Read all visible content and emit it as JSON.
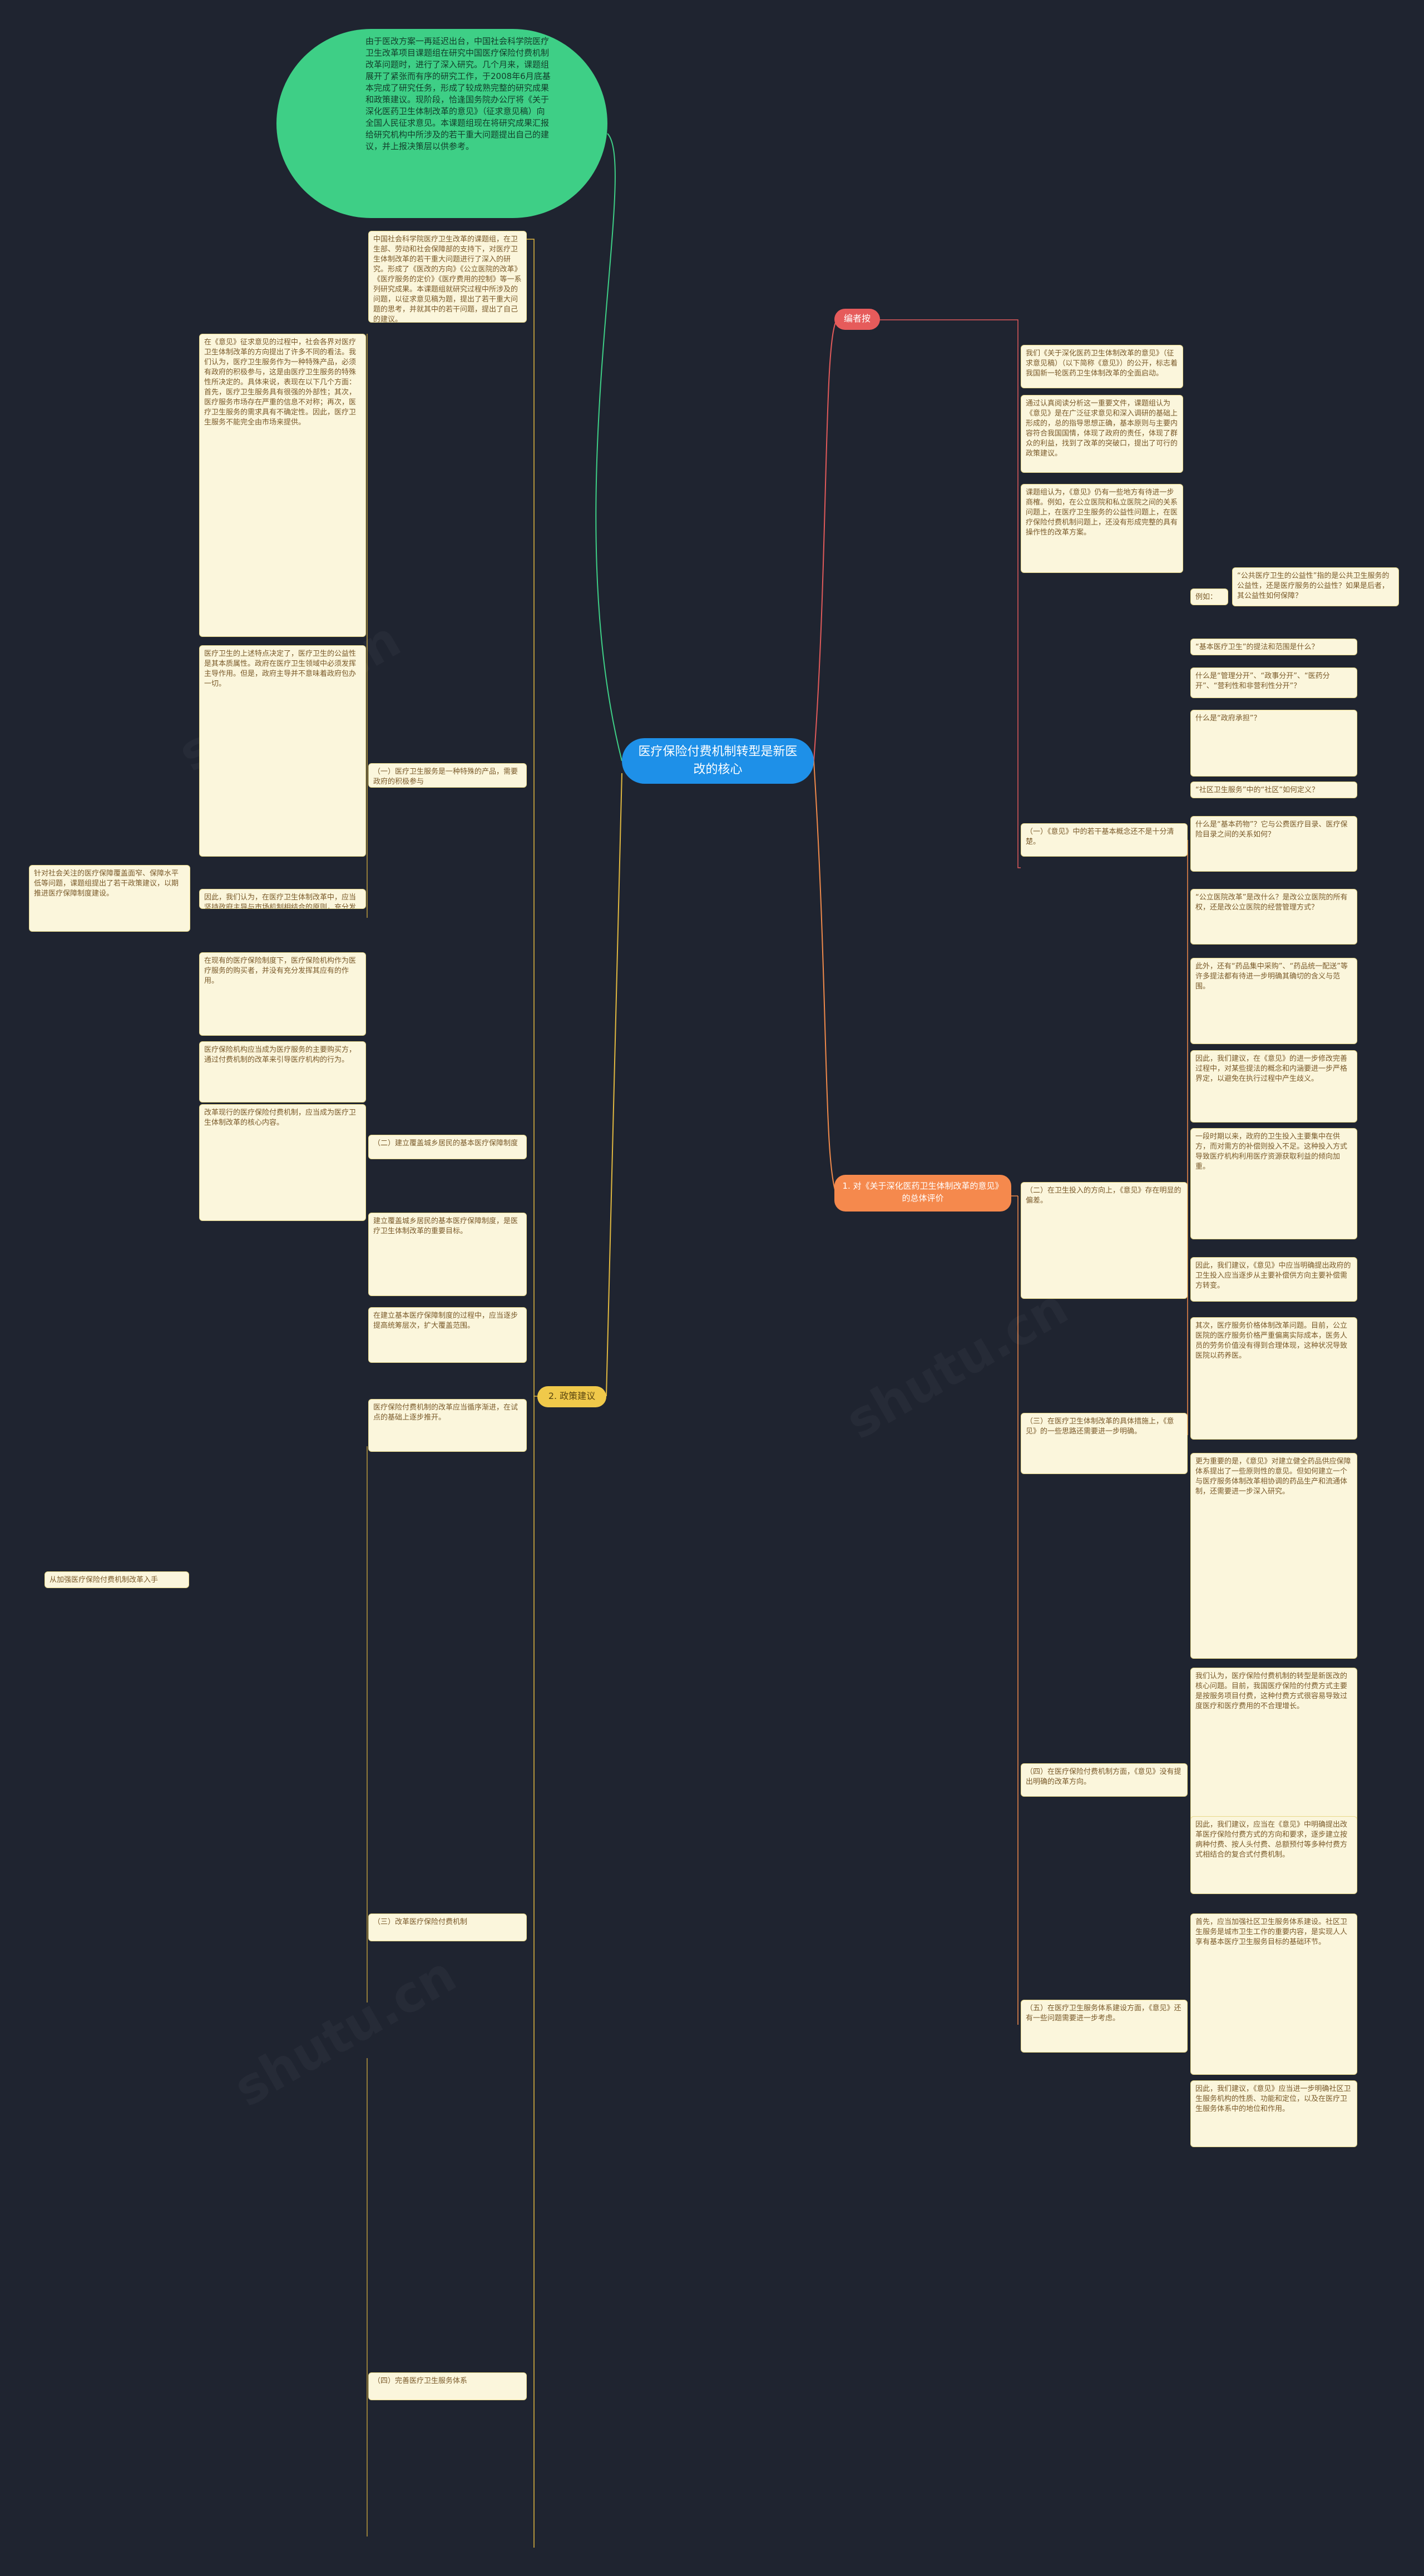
{
  "root": "医疗保险付费机制转型是新医改的核心",
  "top_note": "由于医改方案一再延迟出台，中国社会科学院医疗卫生改革项目课题组在研究中国医疗保险付费机制改革问题时，进行了深入研究。几个月来，课题组展开了紧张而有序的研究工作，于2008年6月底基本完成了研究任务，形成了较成熟完整的研究成果和政策建议。现阶段，恰逢国务院办公厅将《关于深化医药卫生体制改革的意见》（征求意见稿）向全国人民征求意见。本课题组现在将研究成果汇报给研究机构中所涉及的若干重大问题提出自己的建议，并上报决策层以供参考。",
  "branch_editor": "编者按",
  "branch_eval": "1. 对《关于深化医药卫生体制改革的意见》的总体评价",
  "branch_policy": "2. 政策建议",
  "intro_node": "中国社会科学院医疗卫生改革的课题组，在卫生部、劳动和社会保障部的支持下，对医疗卫生体制改革的若干重大问题进行了深入的研究。形成了《医改的方向》《公立医院的改革》《医疗服务的定价》《医疗费用的控制》等一系列研究成果。本课题组就研究过程中所涉及的问题，以征求意见稿为题，提出了若干重大问题的思考，并就其中的若干问题，提出了自己的建议。",
  "eval_nodes": [
    "我们《关于深化医药卫生体制改革的意见》（征求意见稿）（以下简称《意见》）的公开，标志着我国新一轮医药卫生体制改革的全面启动。",
    "通过认真阅读分析这一重要文件，课题组认为《意见》是在广泛征求意见和深入调研的基础上形成的，总的指导思想正确，基本原则与主要内容符合我国国情，体现了政府的责任，体现了群众的利益，找到了改革的突破口，提出了可行的政策建议。",
    "课题组认为，《意见》仍有一些地方有待进一步商榷。例如，在公立医院和私立医院之间的关系问题上，在医疗卫生服务的公益性问题上，在医疗保险付费机制问题上，还没有形成完整的具有操作性的改革方案。"
  ],
  "sub_one": "（一）《意见》中的若干基本概念还不是十分清楚。",
  "sub_one_items": [
    "例如：",
    "“公共医疗卫生的公益性”指的是公共卫生服务的公益性，还是医疗服务的公益性？如果是后者，其公益性如何保障？",
    "“基本医疗卫生”的提法和范围是什么？",
    "什么是“管理分开”、“政事分开”、“医药分开”、“营利性和非营利性分开”？",
    "什么是“政府承担”？",
    "“社区卫生服务”中的“社区”如何定义？",
    "什么是“基本药物”？它与公费医疗目录、医疗保险目录之间的关系如何？",
    "“公立医院改革”是改什么？是改公立医院的所有权，还是改公立医院的经营管理方式？",
    "此外，还有“药品集中采购”、“药品统一配送”等许多提法都有待进一步明确其确切的含义与范围。",
    "因此，我们建议，在《意见》的进一步修改完善过程中，对某些提法的概念和内涵要进一步严格界定，以避免在执行过程中产生歧义。"
  ],
  "sub_two": "（二）在卫生投入的方向上，《意见》存在明显的偏差。",
  "sub_two_items": [
    "一段时期以来，政府的卫生投入主要集中在供方，而对需方的补偿则投入不足。这种投入方式导致医疗机构利用医疗资源获取利益的倾向加重。",
    "因此，我们建议，《意见》中应当明确提出政府的卫生投入应当逐步从主要补偿供方向主要补偿需方转变。"
  ],
  "sub_three": "（三）在医疗卫生体制改革的具体措施上，《意见》的一些思路还需要进一步明确。",
  "sub_three_items": [
    "其次，医疗服务价格体制改革问题。目前，公立医院的医疗服务价格严重偏离实际成本，医务人员的劳务价值没有得到合理体现，这种状况导致医院以药养医。",
    "更为重要的是，《意见》对建立健全药品供应保障体系提出了一些原则性的意见。但如何建立一个与医疗服务体制改革相协调的药品生产和流通体制，还需要进一步深入研究。"
  ],
  "sub_four": "（四）在医疗保险付费机制方面，《意见》没有提出明确的改革方向。",
  "sub_four_items": [
    "我们认为，医疗保险付费机制的转型是新医改的核心问题。目前，我国医疗保险的付费方式主要是按服务项目付费，这种付费方式很容易导致过度医疗和医疗费用的不合理增长。",
    "因此，我们建议，应当在《意见》中明确提出改革医疗保险付费方式的方向和要求，逐步建立按病种付费、按人头付费、总额预付等多种付费方式相结合的复合式付费机制。"
  ],
  "sub_five": "（五）在医疗卫生服务体系建设方面，《意见》还有一些问题需要进一步考虑。",
  "sub_five_items": [
    "首先，应当加强社区卫生服务体系建设。社区卫生服务是城市卫生工作的重要内容，是实现人人享有基本医疗卫生服务目标的基础环节。",
    "因此，我们建议，《意见》应当进一步明确社区卫生服务机构的性质、功能和定位，以及在医疗卫生服务体系中的地位和作用。"
  ],
  "policy_sections": [
    "（一）医疗卫生服务是一种特殊的产品，需要政府的积极参与",
    "（二）建立覆盖城乡居民的基本医疗保障制度",
    "（三）改革医疗保险付费机制",
    "（四）完善医疗卫生服务体系"
  ],
  "policy_items": [
    "在《意见》征求意见的过程中，社会各界对医疗卫生体制改革的方向提出了许多不同的看法。我们认为，医疗卫生服务作为一种特殊产品，必须有政府的积极参与，这是由医疗卫生服务的特殊性所决定的。具体来说，表现在以下几个方面：首先，医疗卫生服务具有很强的外部性；其次，医疗服务市场存在严重的信息不对称；再次，医疗卫生服务的需求具有不确定性。因此，医疗卫生服务不能完全由市场来提供。",
    "医疗卫生的上述特点决定了，医疗卫生的公益性是其本质属性。政府在医疗卫生领域中必须发挥主导作用。但是，政府主导并不意味着政府包办一切。",
    "因此，我们认为，在医疗卫生体制改革中，应当坚持政府主导与市场机制相结合的原则，充分发挥政府和市场两方面的作用。",
    "在现有的医疗保险制度下，医疗保险机构作为医疗服务的购买者，并没有充分发挥其应有的作用。",
    "医疗保险机构应当成为医疗服务的主要购买方，通过付费机制的改革来引导医疗机构的行为。",
    "改革现行的医疗保险付费机制，应当成为医疗卫生体制改革的核心内容。",
    "建立覆盖城乡居民的基本医疗保障制度，是医疗卫生体制改革的重要目标。",
    "在建立基本医疗保障制度的过程中，应当逐步提高统筹层次，扩大覆盖范围。",
    "医疗保险付费机制的改革应当循序渐进，在试点的基础上逐步推开。"
  ],
  "left_note": "针对社会关注的医疗保障覆盖面窄、保障水平低等问题，课题组提出了若干政策建议，以期推进医疗保障制度建设。",
  "left_small": "从加强医疗保险付费机制改革入手"
}
